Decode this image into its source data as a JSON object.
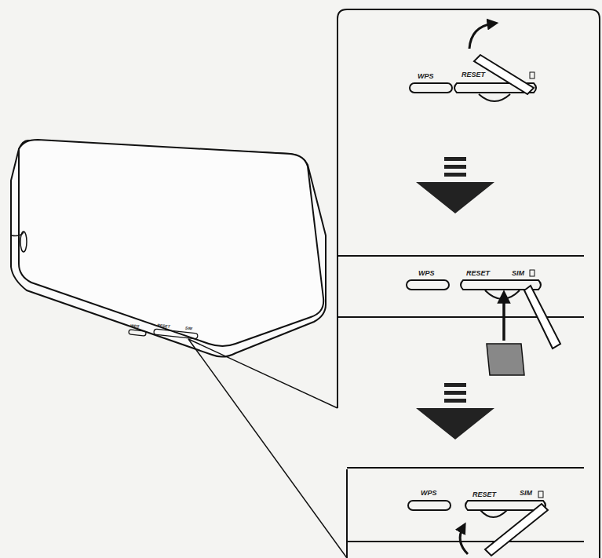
{
  "diagram": {
    "labels": [
      "WPS",
      "RESET",
      "SIM",
      "WPS",
      "RESET",
      "WPS",
      "RESET",
      "SIM",
      "WPS",
      "RESET",
      "SIM"
    ]
  }
}
